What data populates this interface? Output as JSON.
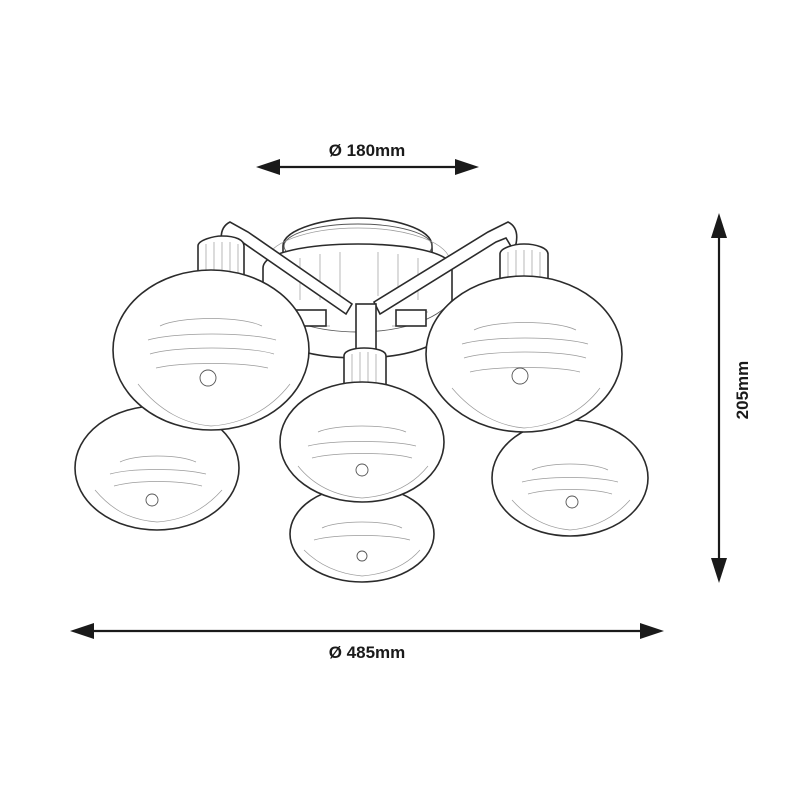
{
  "dimensions": {
    "top_diameter": "Ø 180mm",
    "height": "205mm",
    "overall_diameter": "Ø 485mm"
  }
}
